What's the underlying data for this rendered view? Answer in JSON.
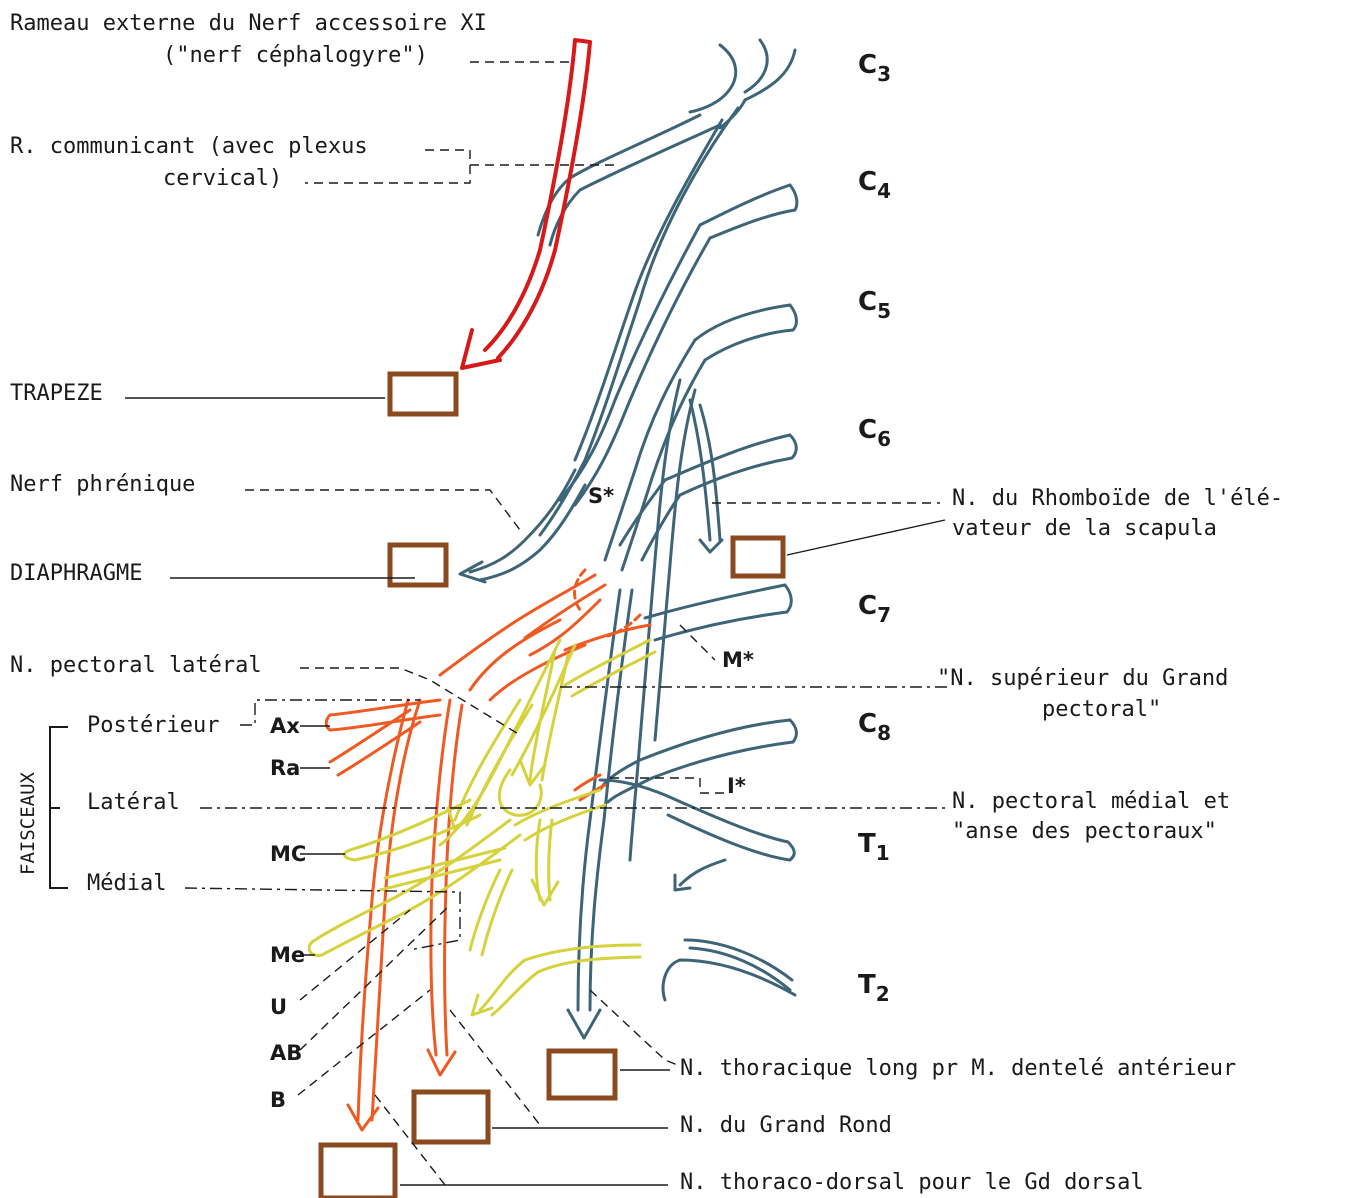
{
  "colors": {
    "blue_roots": "#3e6478",
    "red_accessory": "#d61a1a",
    "orange_posterior": "#ee5a22",
    "yellow_anterior": "#d5d23e",
    "muscle_box": "#8a4a1e"
  },
  "roots": {
    "c3": {
      "letter": "C",
      "num": "3"
    },
    "c4": {
      "letter": "C",
      "num": "4"
    },
    "c5": {
      "letter": "C",
      "num": "5"
    },
    "c6": {
      "letter": "C",
      "num": "6"
    },
    "c7": {
      "letter": "C",
      "num": "7"
    },
    "c8": {
      "letter": "C",
      "num": "8"
    },
    "t1": {
      "letter": "T",
      "num": "1"
    },
    "t2": {
      "letter": "T",
      "num": "2"
    }
  },
  "labels": {
    "accessory_line1": "Rameau externe du Nerf accessoire XI",
    "accessory_line2": "(\"nerf céphalogyre\")",
    "communicant_line1": "R. communicant (avec plexus",
    "communicant_line2": "cervical)",
    "trapeze": "TRAPEZE",
    "phrenic": "Nerf  phrénique",
    "diaphragm": "DIAPHRAGME",
    "pectoral_lateral": "N. pectoral latéral",
    "posterior": "Postérieur",
    "lateral": "Latéral",
    "medial": "Médial",
    "faisceaux": "FAISCEAUX",
    "rhomboid_line1": "N. du Rhomboïde de l'élé-",
    "rhomboid_line2": "vateur de la scapula",
    "sup_pectoral_line1": "\"N. supérieur du Grand",
    "sup_pectoral_line2": "pectoral\"",
    "medial_pectoral_line1": "N. pectoral médial et",
    "medial_pectoral_line2": "\"anse des pectoraux\"",
    "long_thoracic": "N. thoracique long pr M. dentelé antérieur",
    "teres_major": "N. du Grand Rond",
    "thoracodorsal": "N. thoraco-dorsal pour le Gd dorsal"
  },
  "markers": {
    "s": "S*",
    "m": "M*",
    "i": "I*"
  },
  "abbreviations": {
    "ax": "Ax",
    "ra": "Ra",
    "mc": "MC",
    "me": "Me",
    "u": "U",
    "ab": "AB",
    "b": "B"
  }
}
